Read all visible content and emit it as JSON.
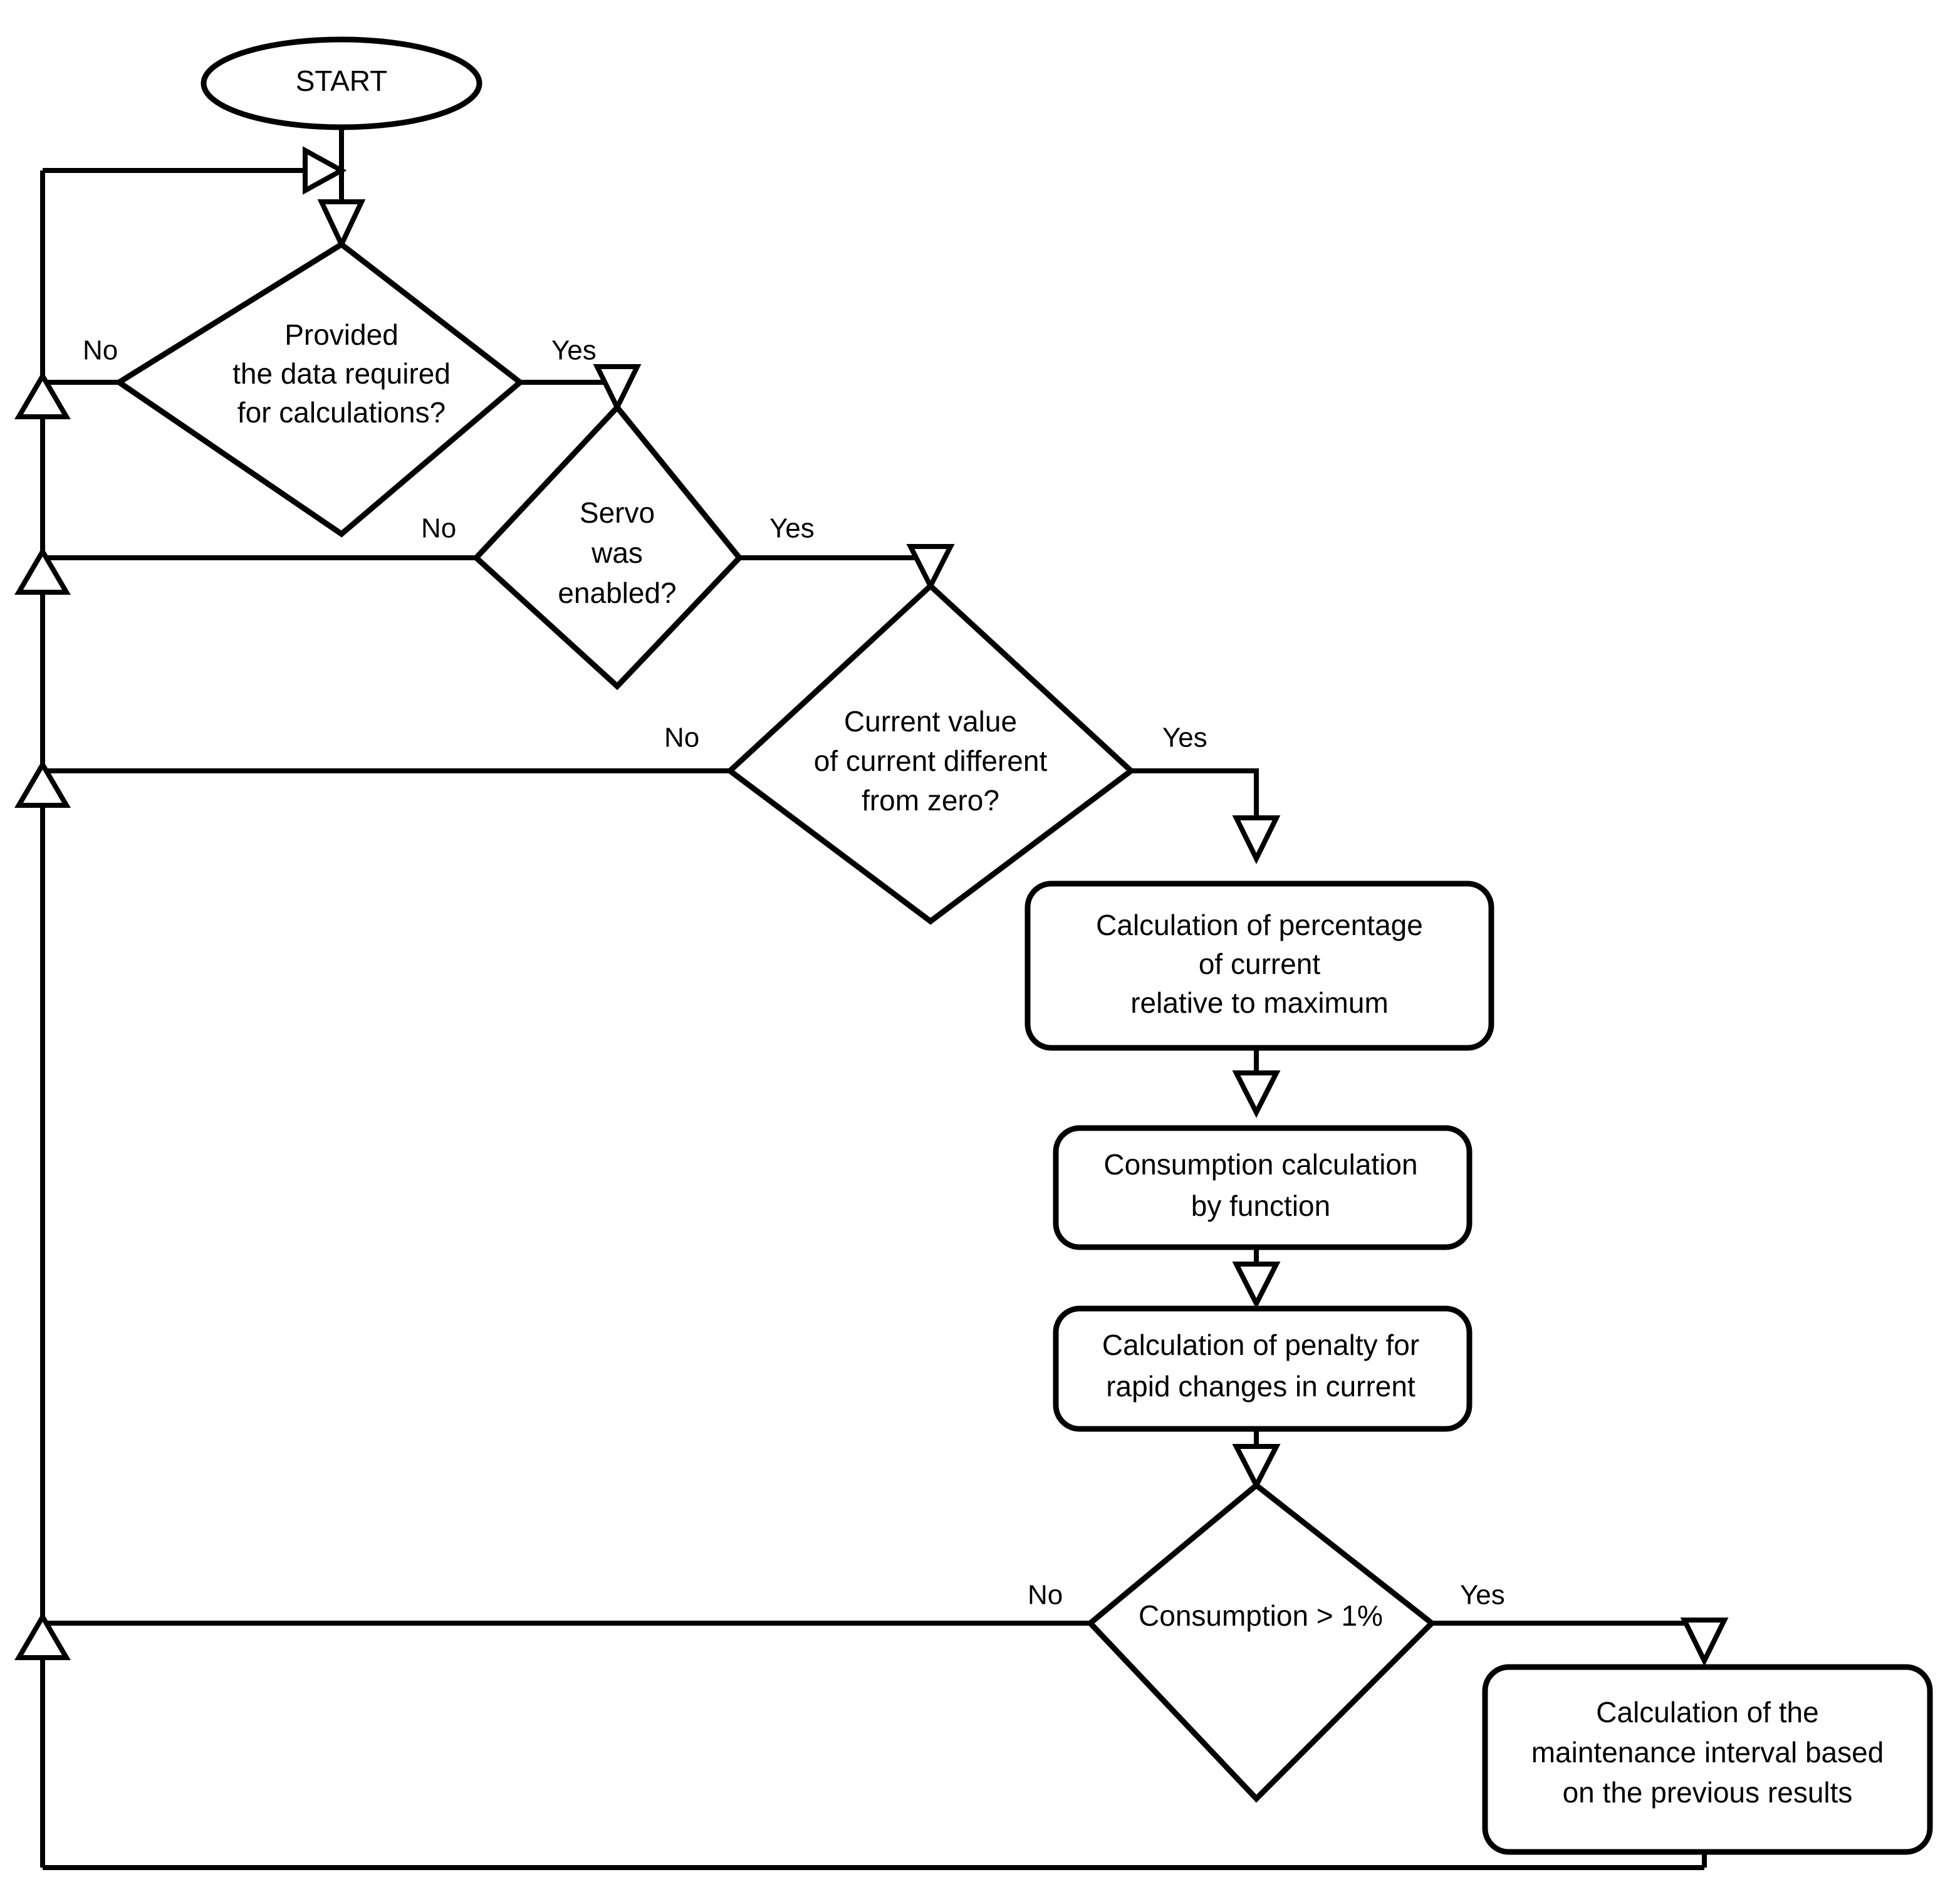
{
  "diagram": {
    "type": "flowchart",
    "title": "",
    "background": "#ffffff",
    "stroke_color": "#000000",
    "fill_color": "#ffffff"
  },
  "nodes": {
    "start": {
      "label": "START",
      "shape": "ellipse"
    },
    "decision_data": {
      "shape": "diamond",
      "line1": "Provided",
      "line2": "the data required",
      "line3": "for calculations?"
    },
    "decision_servo": {
      "shape": "diamond",
      "line1": "Servo",
      "line2": "was",
      "line3": "enabled?"
    },
    "decision_current": {
      "shape": "diamond",
      "line1": "Current value",
      "line2": "of current different",
      "line3": "from zero?"
    },
    "process_percentage": {
      "shape": "rounded-rect",
      "line1": "Calculation of percentage",
      "line2": "of current",
      "line3": "relative to maximum"
    },
    "process_consumption": {
      "shape": "rounded-rect",
      "line1": "Consumption calculation",
      "line2": "by function"
    },
    "process_penalty": {
      "shape": "rounded-rect",
      "line1": "Calculation of penalty for",
      "line2": "rapid changes in current"
    },
    "decision_consumption": {
      "shape": "diamond",
      "line1": "Consumption > 1%"
    },
    "process_maintenance": {
      "shape": "rounded-rect",
      "line1": "Calculation of the",
      "line2": "maintenance interval based",
      "line3": "on the previous results"
    }
  },
  "edge_labels": {
    "data_no": "No",
    "data_yes": "Yes",
    "servo_no": "No",
    "servo_yes": "Yes",
    "current_no": "No",
    "current_yes": "Yes",
    "consumption_no": "No",
    "consumption_yes": "Yes"
  }
}
